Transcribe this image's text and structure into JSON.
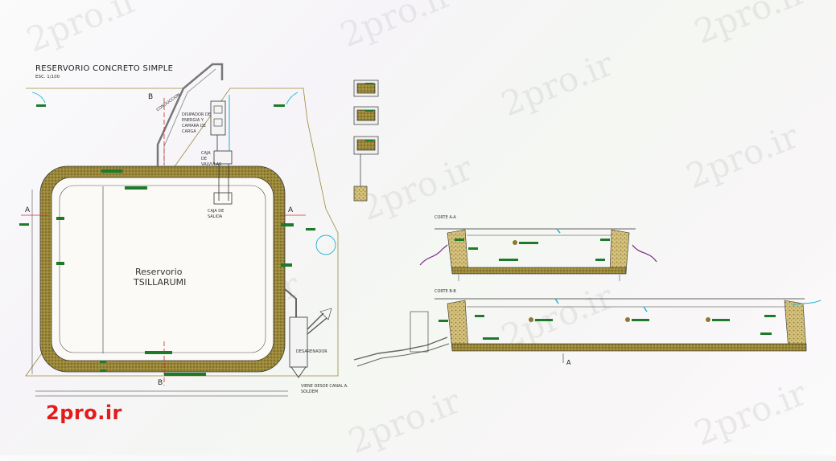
{
  "plan": {
    "title": "RESERVORIO CONCRETO SIMPLE",
    "scale": "ESC. 1/100",
    "reservoir_name_line1": "Reservorio",
    "reservoir_name_line2": "TSILLARUMI",
    "section_marker_a": "A",
    "section_marker_b": "B",
    "labels": {
      "conduction": "CONDUCCION",
      "dissipator": "DISIPADOR DE ENERGIA Y CAMARA DE CARGA",
      "valve_box": "CAJA DE VALVULAS",
      "outlet_box": "CAJA DE SALIDA",
      "overflow": "DESARENADOR",
      "inflow": "VIENE DESDE CANAL A. SOLDEM"
    }
  },
  "sections": {
    "cut_a": "CORTE A-A",
    "cut_b": "CORTE B-B",
    "marker_a": "A"
  },
  "watermark": {
    "text": "2pro.ir"
  },
  "colors": {
    "concrete_fill": "#8a7a2c",
    "gravel_fill": "#c9b56a",
    "line": "#3a3a3a",
    "cyan": "#19b5d6",
    "green": "#1d7a2a",
    "magenta": "#7a2a8a",
    "red": "#d42a2a",
    "logo": "#e41b1b"
  }
}
